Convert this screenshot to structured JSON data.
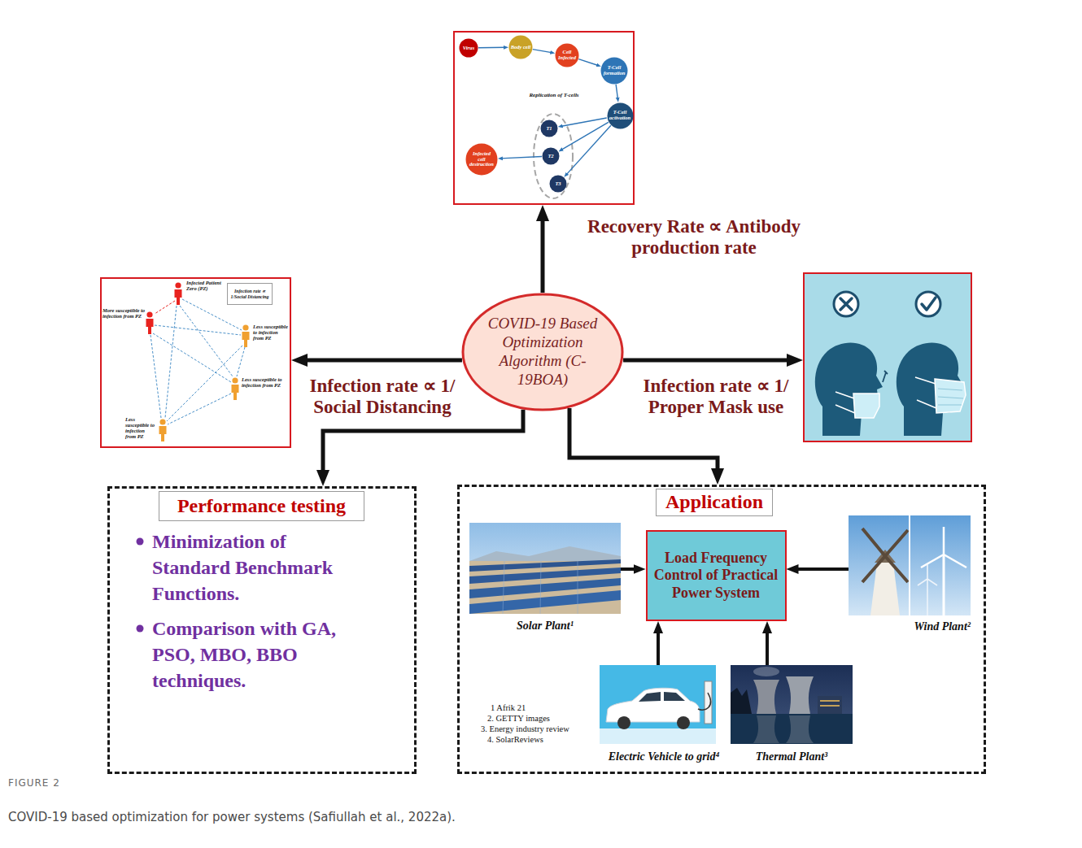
{
  "diagram": {
    "caption": "COVID-19 based optimization for power systems (Safiullah et al., 2022a).",
    "nodes": [
      {
        "text": [
          "Replication of T-cells"
        ]
      },
      {
        "text": [
          "Virus"
        ],
        "in": 0
      },
      {
        "text": [
          "Body cell"
        ],
        "in": 0
      },
      {
        "text": [
          "Cell Infected"
        ],
        "in": 0
      },
      {
        "text": [
          "T-Cell formation"
        ],
        "in": 0
      },
      {
        "text": [
          "T-Cell activation"
        ],
        "in": 0
      },
      {
        "text": [
          "T1"
        ],
        "in": 0
      },
      {
        "text": [
          "T2"
        ],
        "in": 0
      },
      {
        "text": [
          "T3"
        ],
        "in": 0
      },
      {
        "text": [
          "Infected cell destruction"
        ],
        "in": 0
      },
      {
        "text": [
          "Infected Patient Zero (PZ)",
          "More susceptible to infection from PZ",
          "Less susceptible to infection from PZ",
          "Less susceptible to infection from PZ",
          "Less susceptible to infection from PZ"
        ]
      },
      {
        "text": [
          "Infection rate ∝ 1/Social Distancing"
        ],
        "in": 10
      },
      {
        "text": [
          "COVID-19 Based Optimization Algorithm (C-19BOA)"
        ]
      },
      {
        "text": []
      },
      {
        "text": [
          "Minimization of Standard Benchmark Functions.",
          "Comparison with GA, PSO, MBO, BBO techniques."
        ]
      },
      {
        "text": [
          "Performance testing"
        ],
        "in": 14
      },
      {
        "text": [
          "1 Afrik 21",
          "2. GETTY images",
          "3. Energy industry review",
          "4. SolarReviews"
        ]
      },
      {
        "text": [
          "Application"
        ],
        "in": 16
      },
      {
        "text": [
          "Solar Plant¹"
        ],
        "in": 16
      },
      {
        "text": [
          "Load Frequency Control of Practical Power System"
        ],
        "in": 16
      },
      {
        "text": [
          "Wind Plant²"
        ],
        "in": 16
      },
      {
        "text": [
          "Electric Vehicle to grid⁴"
        ],
        "in": 16
      },
      {
        "text": [
          "Thermal Plant³"
        ],
        "in": 16
      }
    ],
    "edges": [
      {
        "from": 1,
        "to": 2,
        "arrow": "to"
      },
      {
        "from": 2,
        "to": 3,
        "arrow": "to"
      },
      {
        "from": 3,
        "to": 4,
        "arrow": "to"
      },
      {
        "from": 4,
        "to": 5,
        "arrow": "to"
      },
      {
        "from": 5,
        "to": 6,
        "arrow": "to"
      },
      {
        "from": 5,
        "to": 7,
        "arrow": "to"
      },
      {
        "from": 5,
        "to": 8,
        "arrow": "to"
      },
      {
        "from": 7,
        "to": 9,
        "arrow": "to"
      },
      {
        "from": 12,
        "to": 0,
        "arrow": "to",
        "label": "Recovery Rate ∝ Antibody production rate"
      },
      {
        "from": 12,
        "to": 10,
        "arrow": "to",
        "label": "Infection rate ∝ 1/ Social Distancing"
      },
      {
        "from": 12,
        "to": 13,
        "arrow": "to",
        "label": "Infection rate ∝ 1/ Proper Mask use"
      },
      {
        "from": 12,
        "to": 14,
        "arrow": "to"
      },
      {
        "from": 12,
        "to": 16,
        "arrow": "to"
      },
      {
        "from": 18,
        "to": 19,
        "arrow": "to"
      },
      {
        "from": 20,
        "to": 19,
        "arrow": "to"
      },
      {
        "from": 21,
        "to": 19,
        "arrow": "to"
      },
      {
        "from": 22,
        "to": 19,
        "arrow": "to"
      }
    ],
    "labels": [
      "FIGURE 2"
    ]
  }
}
